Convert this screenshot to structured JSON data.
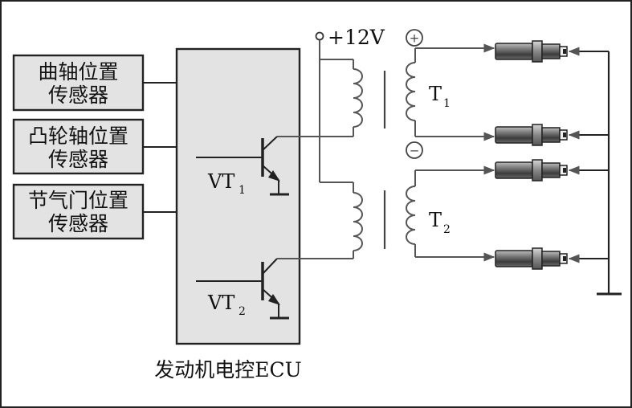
{
  "sensors": [
    {
      "line1": "曲轴位置",
      "line2": "传感器"
    },
    {
      "line1": "凸轮轴位置",
      "line2": "传感器"
    },
    {
      "line1": "节气门位置",
      "line2": "传感器"
    }
  ],
  "ecu": {
    "caption": "发动机电控ECU"
  },
  "transistors": [
    {
      "name": "VT",
      "index": "1"
    },
    {
      "name": "VT",
      "index": "2"
    }
  ],
  "supply": {
    "label": "+12V"
  },
  "transformers": [
    {
      "name": "T",
      "index": "1"
    },
    {
      "name": "T",
      "index": "2"
    }
  ],
  "polarity": {
    "plus": "+",
    "minus": "−"
  },
  "colors": {
    "box_fill": "#e3e3e3",
    "line": "#222222",
    "secondary_line": "#555555",
    "plug_body": "#8a8a8a"
  }
}
